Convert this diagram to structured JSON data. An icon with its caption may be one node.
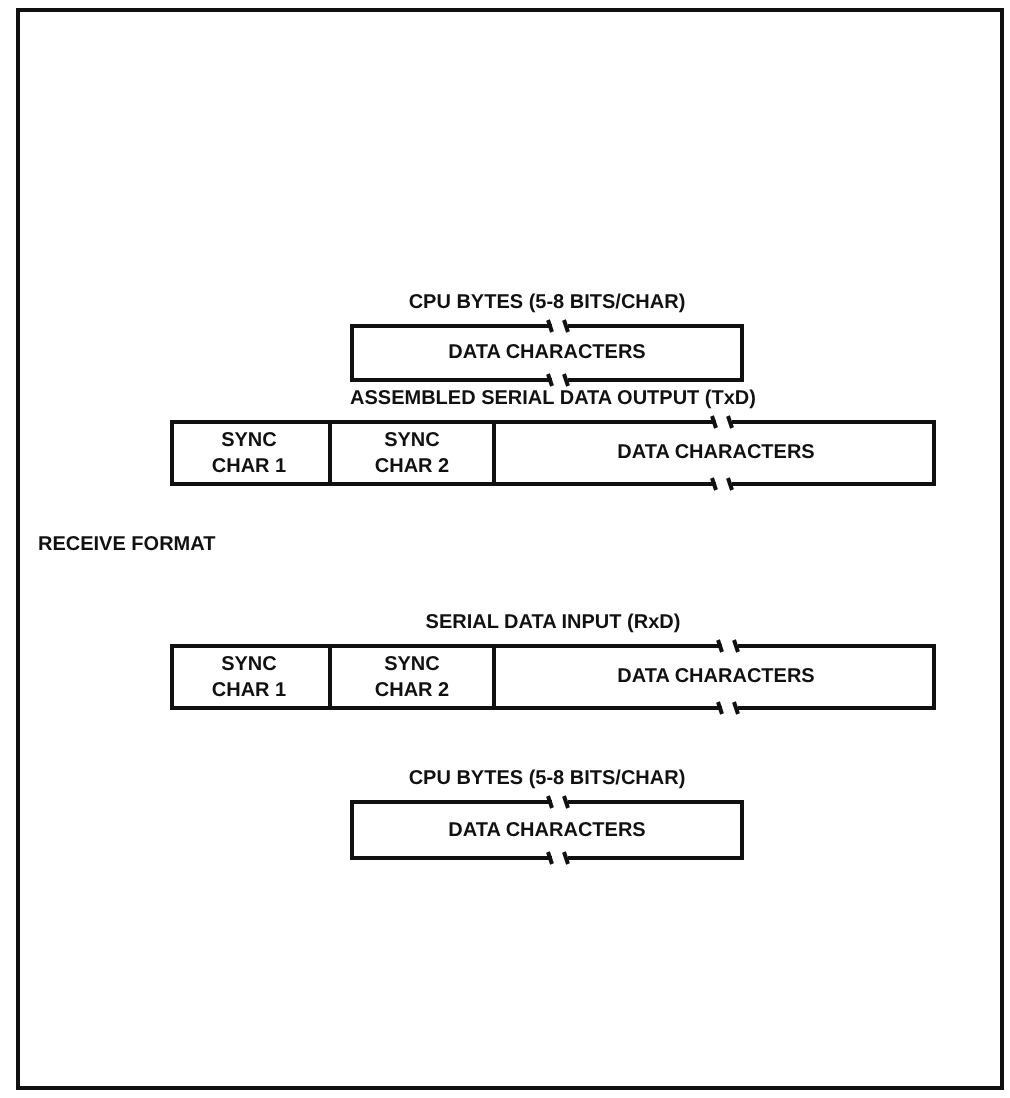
{
  "diagram": {
    "nodes": [
      {
        "text": [
          "CPU BYTES (5-8 BITS/CHAR)",
          "DATA CHARACTERS"
        ]
      },
      {
        "text": [
          "ASSEMBLED SERIAL DATA OUTPUT (TxD)"
        ]
      },
      {
        "text": [
          "SYNC CHAR 1"
        ],
        "in": 1
      },
      {
        "text": [
          "SYNC CHAR 2"
        ],
        "in": 1
      },
      {
        "text": [
          "DATA CHARACTERS"
        ],
        "in": 1
      },
      {
        "text": [
          "SERIAL DATA INPUT (RxD)"
        ]
      },
      {
        "text": [
          "SYNC CHAR 1"
        ],
        "in": 5
      },
      {
        "text": [
          "SYNC CHAR 2"
        ],
        "in": 5
      },
      {
        "text": [
          "DATA CHARACTERS"
        ],
        "in": 5
      },
      {
        "text": [
          "CPU BYTES (5-8 BITS/CHAR)",
          "DATA CHARACTERS"
        ]
      }
    ],
    "labels": [
      "RECEIVE FORMAT"
    ]
  }
}
